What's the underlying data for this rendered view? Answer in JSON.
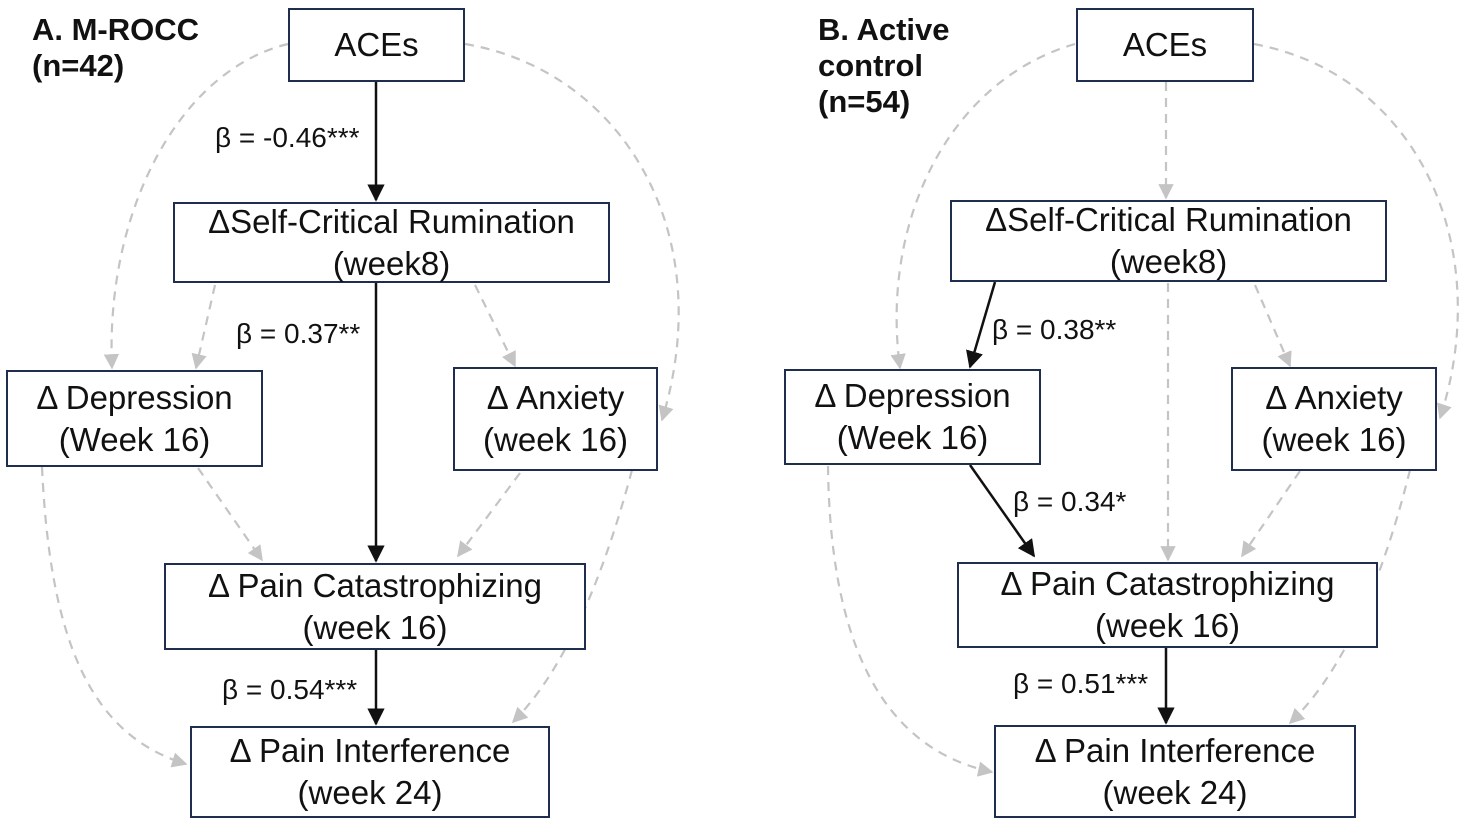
{
  "panel_a": {
    "title_line1": "A. M-ROCC",
    "title_line2": "(n=42)",
    "nodes": {
      "aces": {
        "line1": "ACEs",
        "line2": ""
      },
      "rumination": {
        "line1": "ΔSelf-Critical Rumination",
        "line2": "(week8)"
      },
      "depression": {
        "line1": "Δ Depression",
        "line2": "(Week 16)"
      },
      "anxiety": {
        "line1": "Δ Anxiety",
        "line2": "(week 16)"
      },
      "catastrophizing": {
        "line1": "Δ Pain Catastrophizing",
        "line2": "(week 16)"
      },
      "interference": {
        "line1": "Δ Pain Interference",
        "line2": "(week 24)"
      }
    },
    "betas": {
      "aces_rumination": "β = -0.46***",
      "rumination_catastrophizing": "β = 0.37**",
      "catastrophizing_interference": "β = 0.54***"
    }
  },
  "panel_b": {
    "title_line1": "B. Active",
    "title_line2": "control",
    "title_line3": "(n=54)",
    "nodes": {
      "aces": {
        "line1": "ACEs",
        "line2": ""
      },
      "rumination": {
        "line1": "ΔSelf-Critical Rumination",
        "line2": "(week8)"
      },
      "depression": {
        "line1": "Δ Depression",
        "line2": "(Week 16)"
      },
      "anxiety": {
        "line1": "Δ Anxiety",
        "line2": "(week 16)"
      },
      "catastrophizing": {
        "line1": "Δ Pain Catastrophizing",
        "line2": "(week 16)"
      },
      "interference": {
        "line1": "Δ Pain Interference",
        "line2": "(week 24)"
      }
    },
    "betas": {
      "rumination_depression": "β = 0.38**",
      "depression_catastrophizing": "β = 0.34*",
      "catastrophizing_interference": "β = 0.51***"
    }
  },
  "colors": {
    "significant_path": "#111111",
    "nonsignificant_path": "#c4c4c4",
    "node_border": "#1f2e4f"
  }
}
